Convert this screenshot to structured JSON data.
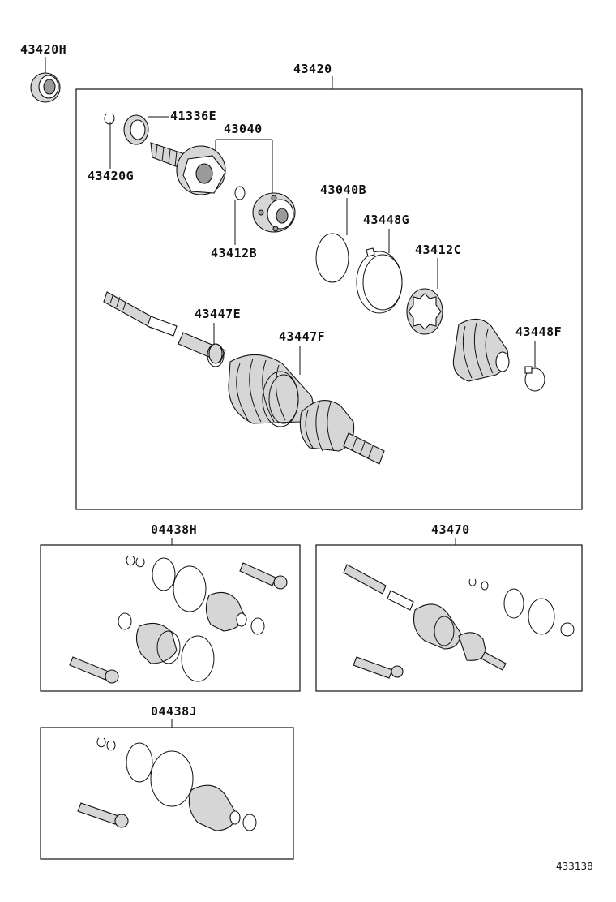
{
  "labels": {
    "p43420H": "43420H",
    "p43420": "43420",
    "p41336E": "41336E",
    "p43040": "43040",
    "p43420G": "43420G",
    "p43412B": "43412B",
    "p43040B": "43040B",
    "p43448G": "43448G",
    "p43412C": "43412C",
    "p43447E": "43447E",
    "p43447F": "43447F",
    "p43448F": "43448F",
    "p04438H": "04438H",
    "p43470": "43470",
    "p04438J": "04438J"
  },
  "figure_ref": "433138"
}
